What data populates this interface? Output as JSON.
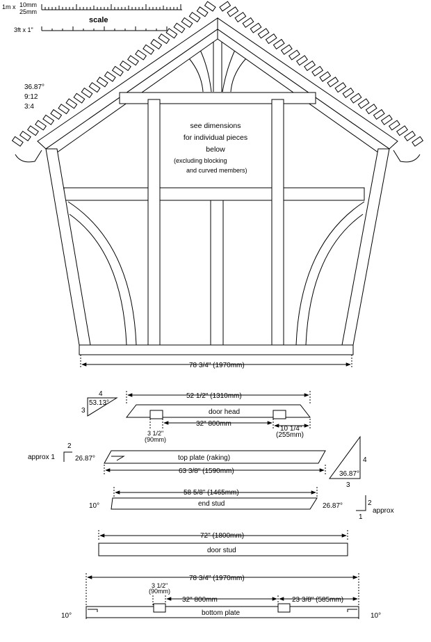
{
  "scale_bar": {
    "metric_prefix": "1m x",
    "metric_top": "10mm",
    "metric_bottom": "25mm",
    "imperial": "3ft x 1\"",
    "title": "scale"
  },
  "roof_pitch": {
    "degrees": "36.87°",
    "ratio_a": "9:12",
    "ratio_b": "3:4"
  },
  "note": {
    "line1": "see dimensions",
    "line2": "for individual pieces",
    "line3": "below",
    "line4": "(excluding blocking",
    "line5": "and curved members)"
  },
  "overall_width": "78 3/4\" (1970mm)",
  "triangle_small": {
    "side_top": "4",
    "side_left": "3",
    "angle": "53.13°"
  },
  "door_head": {
    "label": "door head",
    "length": "52 1/2\" (1310mm)",
    "between": "32\" 800mm",
    "left_a": "3 1/2\"",
    "left_b": "(90mm)",
    "right_a": "10 1/4\"",
    "right_b": "(255mm)"
  },
  "top_plate": {
    "label": "top plate (raking)",
    "length": "63 3/8\" (1590mm)",
    "approx": "approx 1",
    "two": "2",
    "angle": "26.87°"
  },
  "triangle_large": {
    "side_right": "4",
    "side_bottom": "3",
    "angle": "36.87°"
  },
  "end_stud": {
    "label": "end stud",
    "length": "58 5/8\" (1465mm)",
    "left_angle": "10°",
    "right_angle": "26.87°",
    "two": "2",
    "one": "1",
    "approx": "approx"
  },
  "door_stud": {
    "label": "door stud",
    "length": "72\" (1800mm)"
  },
  "bottom_plate": {
    "label": "bottom plate",
    "length": "78 3/4\" (1970mm)",
    "left_a": "3 1/2\"",
    "left_b": "(90mm)",
    "between": "32\" 800mm",
    "right": "23 3/8\" (585mm)",
    "left_angle": "10°",
    "right_angle": "10°"
  }
}
